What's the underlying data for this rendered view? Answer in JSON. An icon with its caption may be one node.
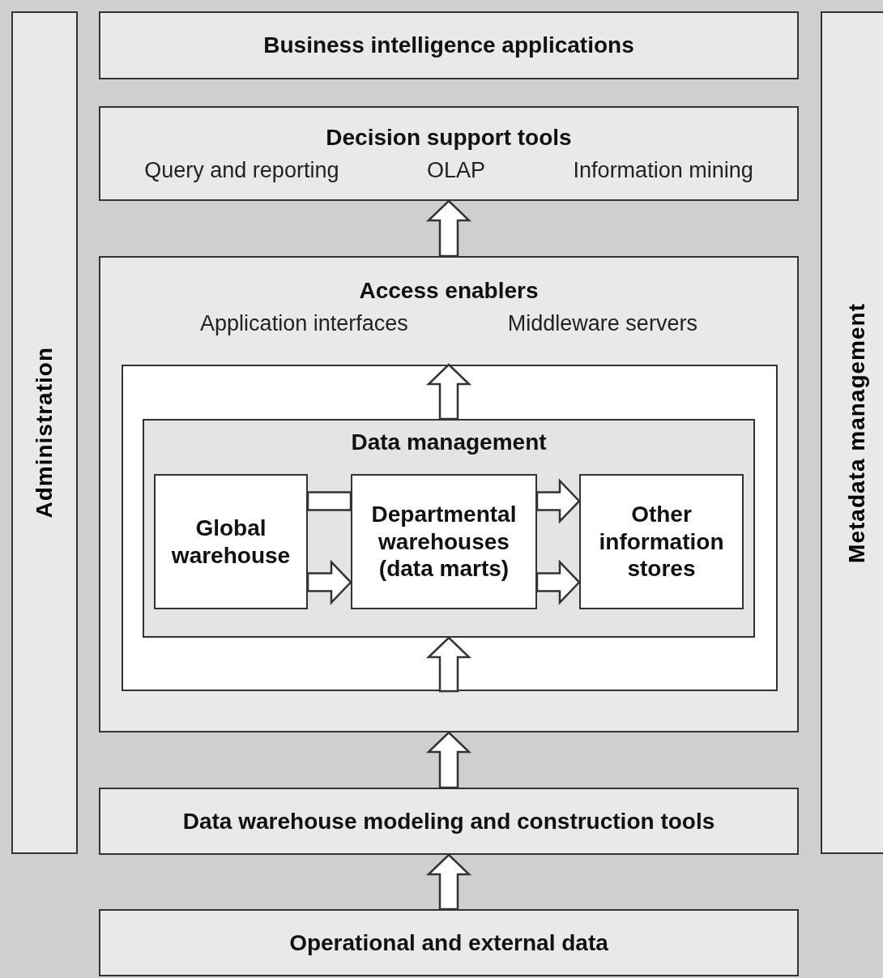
{
  "diagram": {
    "nodes": [
      {
        "text": [
          "Administration"
        ]
      },
      {
        "text": [
          "Business intelligence applications"
        ]
      },
      {
        "text": [
          "Decision support tools",
          "Query and reporting",
          "OLAP",
          "Information mining"
        ]
      },
      {
        "text": [
          "Access enablers",
          "Application interfaces",
          "Middleware servers"
        ]
      },
      {
        "text": [],
        "shape": "box",
        "in": 3
      },
      {
        "text": [
          "Data management"
        ],
        "in": 4
      },
      {
        "text": [
          "Global warehouse"
        ],
        "in": 5
      },
      {
        "text": [
          "Departmental warehouses (data marts)"
        ],
        "in": 5
      },
      {
        "text": [
          "Other information stores"
        ],
        "in": 5
      },
      {
        "text": [
          "Data warehouse modeling and construction tools"
        ]
      },
      {
        "text": [
          "Operational and external data"
        ]
      },
      {
        "text": [
          "Metadata management"
        ]
      }
    ],
    "edges": [
      {
        "from": 10,
        "to": 9,
        "arrow": "to"
      },
      {
        "from": 9,
        "to": 3,
        "arrow": "to"
      },
      {
        "from": 3,
        "to": 2,
        "arrow": "to"
      },
      {
        "from": 4,
        "to": 5,
        "arrow": "to"
      },
      {
        "from": 5,
        "to": 4,
        "arrow": "to"
      },
      {
        "from": 6,
        "to": 7,
        "arrow": "none"
      },
      {
        "from": 6,
        "to": 7,
        "arrow": "to"
      },
      {
        "from": 7,
        "to": 8,
        "arrow": "to"
      },
      {
        "from": 7,
        "to": 8,
        "arrow": "to"
      }
    ]
  }
}
